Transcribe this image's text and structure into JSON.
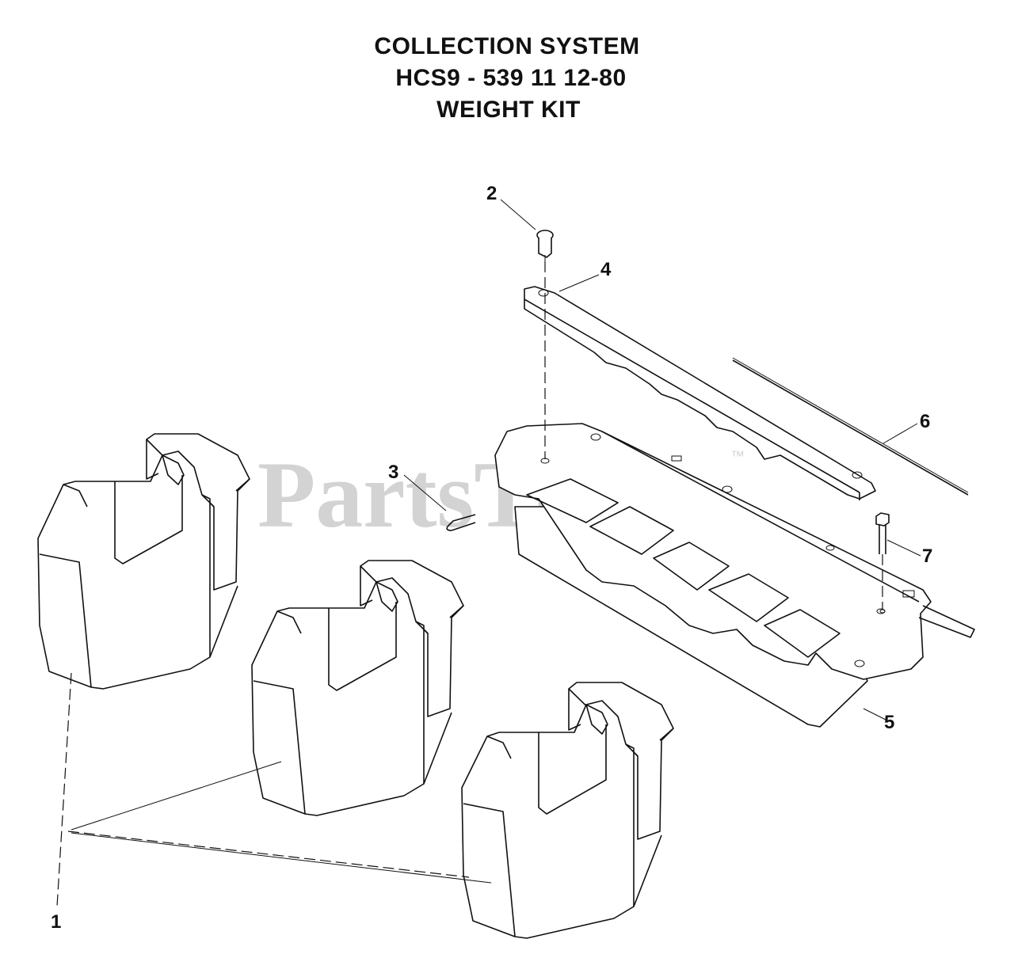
{
  "title": {
    "line1": "COLLECTION SYSTEM",
    "line2": "HCS9 - 539 11 12-80",
    "line3": "WEIGHT KIT"
  },
  "watermark": {
    "text": "PartsTree",
    "mark": "™"
  },
  "callouts": [
    {
      "id": "1",
      "label": "1"
    },
    {
      "id": "2",
      "label": "2"
    },
    {
      "id": "3",
      "label": "3"
    },
    {
      "id": "4",
      "label": "4"
    },
    {
      "id": "5",
      "label": "5"
    },
    {
      "id": "6",
      "label": "6"
    },
    {
      "id": "7",
      "label": "7"
    }
  ],
  "colors": {
    "line": "#111111",
    "watermark": "#d3d3d3",
    "background": "#ffffff"
  }
}
